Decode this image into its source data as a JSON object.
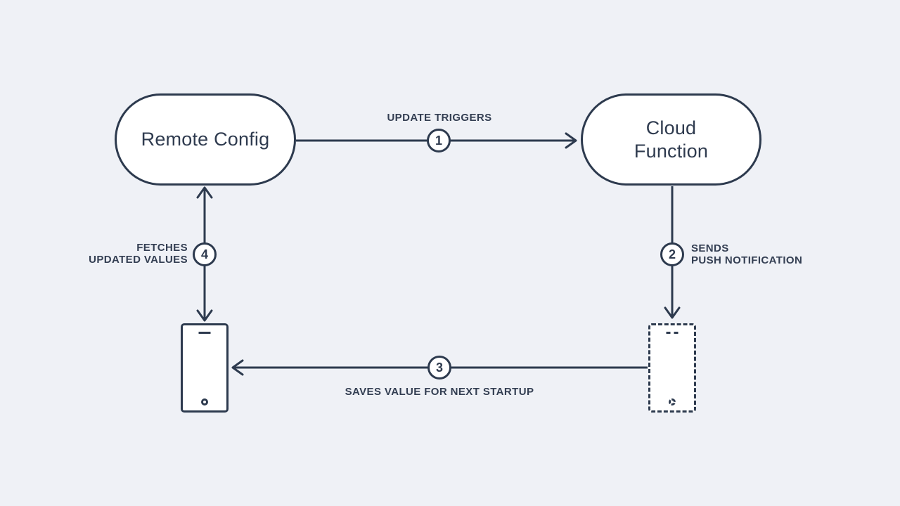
{
  "canvas": {
    "background_color": "#eff1f6",
    "stroke_color": "#2d3a4e",
    "text_color": "#333e52",
    "node_fill_color": "#ffffff"
  },
  "nodes": {
    "remote_config": {
      "label": "Remote Config"
    },
    "cloud_function": {
      "label": "Cloud Function"
    }
  },
  "icons": {
    "solid_phone": "smartphone-icon",
    "dashed_phone": "smartphone-dashed-icon"
  },
  "steps": [
    {
      "number": "1",
      "label": "UPDATE TRIGGERS"
    },
    {
      "number": "2",
      "label": "SENDS\nPUSH NOTIFICATION"
    },
    {
      "number": "3",
      "label": "SAVES VALUE FOR NEXT STARTUP"
    },
    {
      "number": "4",
      "label": "FETCHES\nUPDATED VALUES"
    }
  ]
}
